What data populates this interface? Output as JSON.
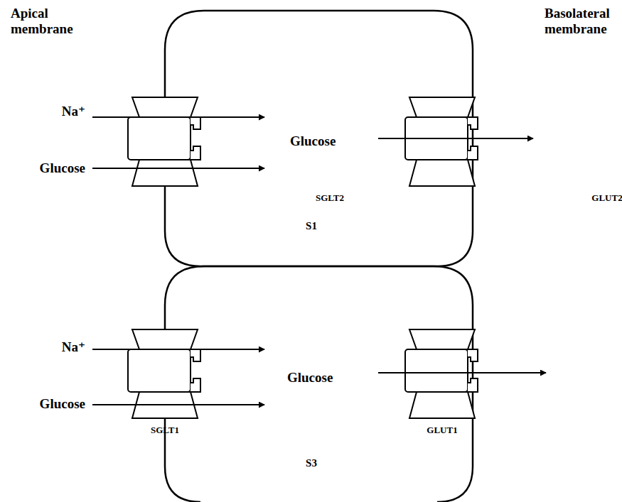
{
  "diagram": {
    "nodes": [
      {
        "text": [
          "S1"
        ]
      },
      {
        "text": [
          "SGLT2"
        ],
        "in": 0
      },
      {
        "text": [
          "GLUT2"
        ],
        "in": 0
      },
      {
        "text": [
          "S3"
        ]
      },
      {
        "text": [
          "SGLT1"
        ],
        "in": 3
      },
      {
        "text": [
          "GLUT1"
        ],
        "in": 3
      }
    ],
    "labels": [
      "Apical membrane",
      "Basolateral membrane",
      "Na⁺",
      "Glucose",
      "Glucose",
      "Na⁺",
      "Glucose",
      "Glucose"
    ]
  }
}
